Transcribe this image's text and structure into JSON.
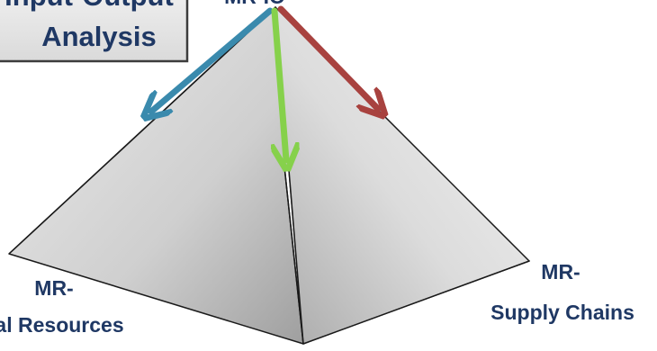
{
  "top_box": {
    "line1": "Input-Output",
    "line2": "Analysis"
  },
  "apex_label": "MR-IO",
  "left_vertex": {
    "line1": "MR-",
    "line2": "Natural Resources"
  },
  "right_vertex": {
    "line1": "MR-",
    "line2": "Supply Chains"
  },
  "colors": {
    "label_text": "#1f3864",
    "box_fill": "#e7e7e7",
    "arrow_left": "#3a8aad",
    "arrow_center": "#86d14b",
    "arrow_right": "#a8423f",
    "pyramid_edge": "#1a1a1a"
  }
}
